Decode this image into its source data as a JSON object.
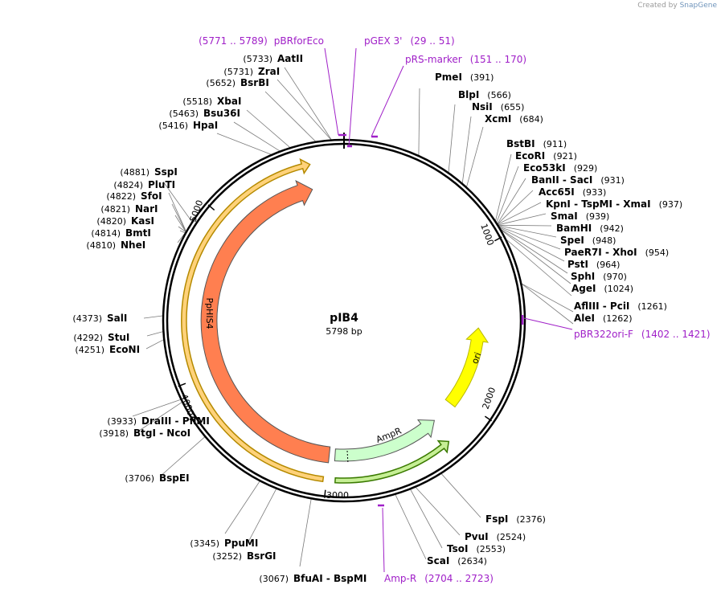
{
  "watermark": {
    "prefix": "Created by",
    "brand": "SnapGene"
  },
  "plasmid": {
    "name": "pIB4",
    "size_label": "5798 bp",
    "length": 5798
  },
  "ticks": [
    {
      "pos": 1000,
      "label": "1000"
    },
    {
      "pos": 2000,
      "label": "2000"
    },
    {
      "pos": 3000,
      "label": "3000"
    },
    {
      "pos": 4000,
      "label": "4000"
    },
    {
      "pos": 5000,
      "label": "5000"
    }
  ],
  "features": [
    {
      "name": "ori",
      "start": 1500,
      "end": 2060,
      "color": "#ffff00",
      "stroke": "#b8b800",
      "ring": "inner",
      "direction": "reverse"
    },
    {
      "name": "AmpR",
      "start": 2220,
      "end": 2960,
      "color": "#ccffcc",
      "stroke": "#555555",
      "ring": "inner",
      "direction": "reverse"
    },
    {
      "name": "PpHIS4",
      "start": 3000,
      "end": 5580,
      "color": "#ff7f50",
      "stroke": "#555555",
      "ring": "inner2",
      "direction": "forward"
    },
    {
      "name": "",
      "start": 3020,
      "end": 5600,
      "color": "#ffd27a",
      "stroke": "#b58a00",
      "ring": "outer-thin",
      "direction": "forward"
    },
    {
      "name": "",
      "start": 2240,
      "end": 2950,
      "color": "#c6ef95",
      "stroke": "#3a7a00",
      "ring": "outer-thin",
      "direction": "reverse"
    }
  ],
  "enzymes": [
    {
      "name": "AatII",
      "pos": "(5733)",
      "coord": 5733
    },
    {
      "name": "ZraI",
      "pos": "(5731)",
      "coord": 5731
    },
    {
      "name": "BsrBI",
      "pos": "(5652)",
      "coord": 5652
    },
    {
      "name": "XbaI",
      "pos": "(5518)",
      "coord": 5518
    },
    {
      "name": "Bsu36I",
      "pos": "(5463)",
      "coord": 5463
    },
    {
      "name": "HpaI",
      "pos": "(5416)",
      "coord": 5416
    },
    {
      "name": "SspI",
      "pos": "(4881)",
      "coord": 4881
    },
    {
      "name": "PluTI",
      "pos": "(4824)",
      "coord": 4824
    },
    {
      "name": "SfoI",
      "pos": "(4822)",
      "coord": 4822
    },
    {
      "name": "NarI",
      "pos": "(4821)",
      "coord": 4821
    },
    {
      "name": "KasI",
      "pos": "(4820)",
      "coord": 4820
    },
    {
      "name": "BmtI",
      "pos": "(4814)",
      "coord": 4814
    },
    {
      "name": "NheI",
      "pos": "(4810)",
      "coord": 4810
    },
    {
      "name": "SalI",
      "pos": "(4373)",
      "coord": 4373
    },
    {
      "name": "StuI",
      "pos": "(4292)",
      "coord": 4292
    },
    {
      "name": "EcoNI",
      "pos": "(4251)",
      "coord": 4251
    },
    {
      "name": "DraIII - PflMI",
      "pos": "(3933)",
      "coord": 3933
    },
    {
      "name": "BtgI - NcoI",
      "pos": "(3918)",
      "coord": 3918
    },
    {
      "name": "BspEI",
      "pos": "(3706)",
      "coord": 3706
    },
    {
      "name": "PpuMI",
      "pos": "(3345)",
      "coord": 3345
    },
    {
      "name": "BsrGI",
      "pos": "(3252)",
      "coord": 3252
    },
    {
      "name": "BfuAI - BspMI",
      "pos": "(3067)",
      "coord": 3067
    },
    {
      "name": "PmeI",
      "pos": "(391)",
      "coord": 391
    },
    {
      "name": "BlpI",
      "pos": "(566)",
      "coord": 566
    },
    {
      "name": "NsiI",
      "pos": "(655)",
      "coord": 655
    },
    {
      "name": "XcmI",
      "pos": "(684)",
      "coord": 684
    },
    {
      "name": "BstBI",
      "pos": "(911)",
      "coord": 911
    },
    {
      "name": "EcoRI",
      "pos": "(921)",
      "coord": 921
    },
    {
      "name": "Eco53kI",
      "pos": "(929)",
      "coord": 929
    },
    {
      "name": "BanII - SacI",
      "pos": "(931)",
      "coord": 931
    },
    {
      "name": "Acc65I",
      "pos": "(933)",
      "coord": 933
    },
    {
      "name": "KpnI - TspMI - XmaI",
      "pos": "(937)",
      "coord": 937
    },
    {
      "name": "SmaI",
      "pos": "(939)",
      "coord": 939
    },
    {
      "name": "BamHI",
      "pos": "(942)",
      "coord": 942
    },
    {
      "name": "SpeI",
      "pos": "(948)",
      "coord": 948
    },
    {
      "name": "PaeR7I - XhoI",
      "pos": "(954)",
      "coord": 954
    },
    {
      "name": "PstI",
      "pos": "(964)",
      "coord": 964
    },
    {
      "name": "SphI",
      "pos": "(970)",
      "coord": 970
    },
    {
      "name": "AgeI",
      "pos": "(1024)",
      "coord": 1024
    },
    {
      "name": "AflIII - PciI",
      "pos": "(1261)",
      "coord": 1261
    },
    {
      "name": "AleI",
      "pos": "(1262)",
      "coord": 1262
    },
    {
      "name": "FspI",
      "pos": "(2376)",
      "coord": 2376
    },
    {
      "name": "PvuI",
      "pos": "(2524)",
      "coord": 2524
    },
    {
      "name": "TsoI",
      "pos": "(2553)",
      "coord": 2553
    },
    {
      "name": "ScaI",
      "pos": "(2634)",
      "coord": 2634
    }
  ],
  "primers": [
    {
      "name": "pBRforEco",
      "range": "(5771 .. 5789)",
      "coord": 5780
    },
    {
      "name": "pGEX 3'",
      "range": "(29 .. 51)",
      "coord": 40
    },
    {
      "name": "pRS-marker",
      "range": "(151 .. 170)",
      "coord": 160
    },
    {
      "name": "pBR322ori-F",
      "range": "(1402 .. 1421)",
      "coord": 1411
    },
    {
      "name": "Amp-R",
      "range": "(2704 .. 2723)",
      "coord": 2713
    }
  ]
}
